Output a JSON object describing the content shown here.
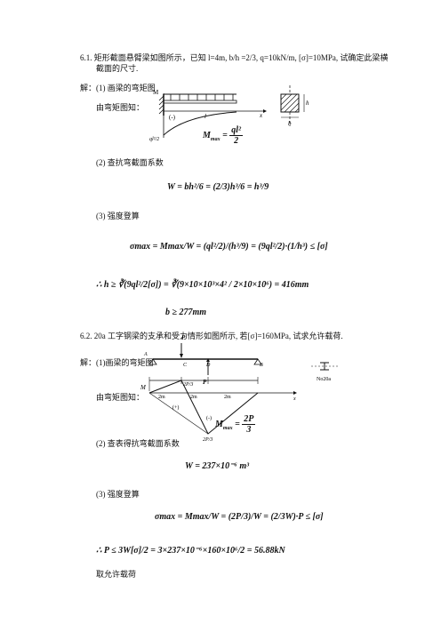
{
  "problem1": {
    "heading": "6.1.  矩形截面悬臂梁如图所示，已知 l=4m,  b/h =2/3, q=10kN/m, [σ]=10MPa, 试确定此梁横",
    "heading2": "截面的尺寸.",
    "sol_label": "解：",
    "step1": "(1) 画梁的弯矩图",
    "step1_note": "由弯矩图知：",
    "fig_M": "M",
    "fig_minus": "(-)",
    "fig_l": "l",
    "fig_x": "x",
    "fig_ql": "ql²/2",
    "fig_h": "h",
    "fig_b": "b",
    "mmax_lhs": "M",
    "mmax_sub": "max",
    "mmax_num": "ql²",
    "mmax_den": "2",
    "step2": "(2) 查抗弯截面系数",
    "w_eq": "W = bh²/6 = (2/3)h³/6 = h³/9",
    "step3": "(3) 强度登算",
    "sigma_eq": "σmax = Mmax/W = (ql²/2)/(h³/9) = (9ql²/2)·(1/h³) ≤ [σ]",
    "h_eq": "∴ h ≥ ∛(9ql²/2[σ]) = ∛(9×10×10³×4² / 2×10×10⁶) = 416mm",
    "b_eq": "b ≥ 277mm"
  },
  "problem2": {
    "heading": "6.2. 20a 工字钢梁的支承和受力情形如图所示, 若[σ]=160MPa, 试求允许载荷.",
    "sol_label": "解：",
    "step1": "(1)画梁的弯矩图",
    "step1_note": "由弯矩图知：",
    "fig_P": "P",
    "fig_P2": "P",
    "fig_A": "A",
    "fig_C": "C",
    "fig_D": "D",
    "fig_B": "B",
    "fig_M": "M",
    "fig_2P3": "2P/3",
    "fig_2m1": "2m",
    "fig_2m2": "2m",
    "fig_2m3": "2m",
    "fig_plus": "(+)",
    "fig_minus": "(-)",
    "fig_x": "x",
    "fig_bottom": "2P/3",
    "fig_no": "No20a",
    "mmax_lhs": "M",
    "mmax_sub": "max",
    "mmax_num": "2P",
    "mmax_den": "3",
    "step2": "(2) 查表得抗弯截面系数",
    "w_eq": "W = 237×10⁻⁶ m³",
    "step3": "(3) 强度登算",
    "sigma_eq": "σmax = Mmax/W = (2P/3)/W = (2/3W)·P ≤ [σ]",
    "p_eq": "∴ P ≤ 3W[σ]/2 = 3×237×10⁻⁶×160×10⁶/2 = 56.88kN",
    "final": "取允许载荷"
  }
}
